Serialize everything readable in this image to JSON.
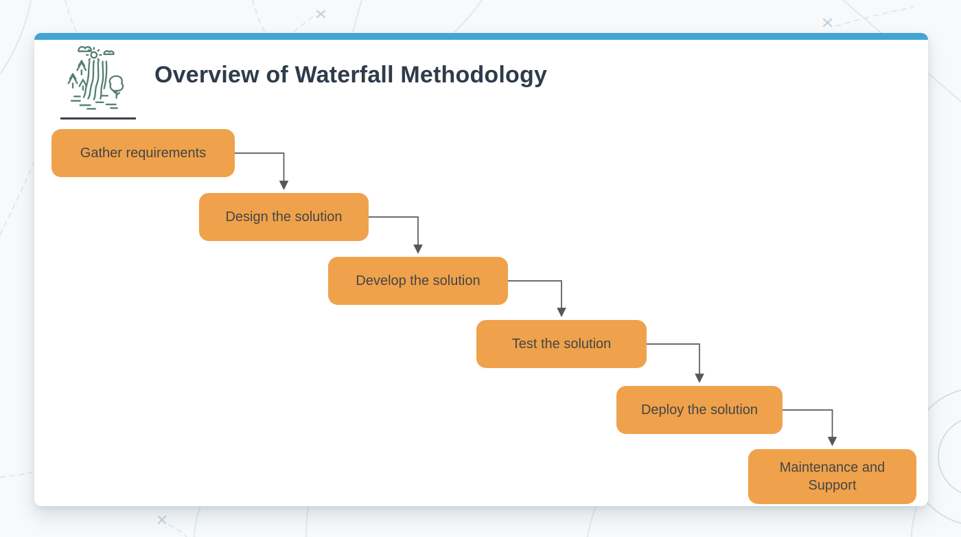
{
  "theme": {
    "page_bg": "#f7f9fa",
    "card_bg": "#ffffff",
    "accent_bar": "#43a4d3",
    "title_color": "#2e3b4a",
    "underline": "#39424b",
    "icon_stroke": "#55806f",
    "node_fill": "#efa24b",
    "node_text": "#454545",
    "connector": "#54585b",
    "pattern_line": "#d8e6ee",
    "pattern_mark": "#bfd2de",
    "pattern_circle": "#c7dee4"
  },
  "slide": {
    "title": "Overview of Waterfall Methodology",
    "icon": "waterfall-scene-icon"
  },
  "diagram": {
    "type": "flowchart-staircase",
    "connector_style": "elbow-arrow",
    "flow_direction": "top-left to bottom-right, sequential",
    "nodes": [
      {
        "label": "Gather requirements"
      },
      {
        "label": "Design the solution"
      },
      {
        "label": "Develop the solution"
      },
      {
        "label": "Test the solution"
      },
      {
        "label": "Deploy the solution"
      },
      {
        "label": "Maintenance and Support"
      }
    ]
  }
}
